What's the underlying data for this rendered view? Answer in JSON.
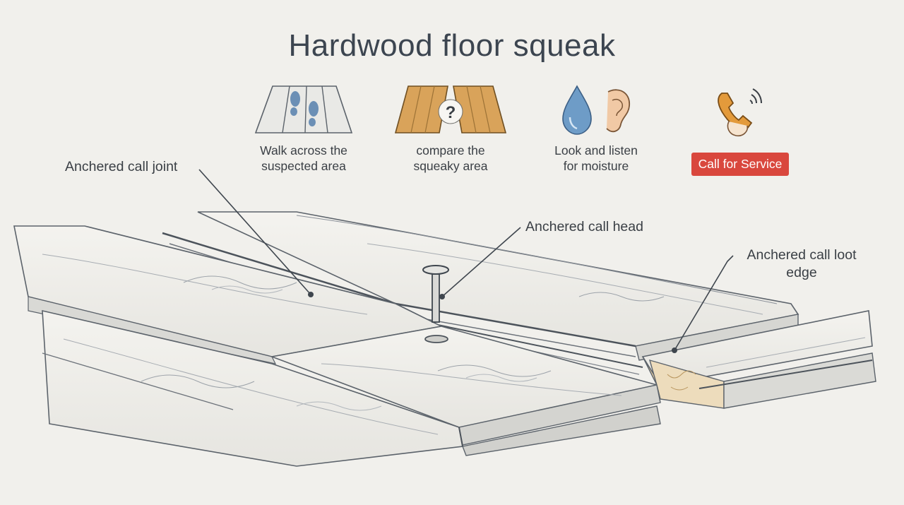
{
  "title": "Hardwood floor squeak",
  "steps": [
    {
      "icon": "footprints-icon",
      "line1": "Walk across the",
      "line2": "suspected area"
    },
    {
      "icon": "compare-boards-icon",
      "line1": "compare the",
      "line2": "squeaky area"
    },
    {
      "icon": "water-drop-ear-icon",
      "line1": "Look and listen",
      "line2": "for moisture"
    },
    {
      "icon": "phone-icon",
      "button_label": "Call for Service"
    }
  ],
  "callouts": {
    "joint": "Anchered call joint",
    "head": "Anchered call head",
    "edge_line1": "Anchered call loot",
    "edge_line2": "edge"
  },
  "colors": {
    "button_red": "#d9473d",
    "wood_tan": "#d9a35a",
    "drop_blue": "#6e9cc7"
  }
}
